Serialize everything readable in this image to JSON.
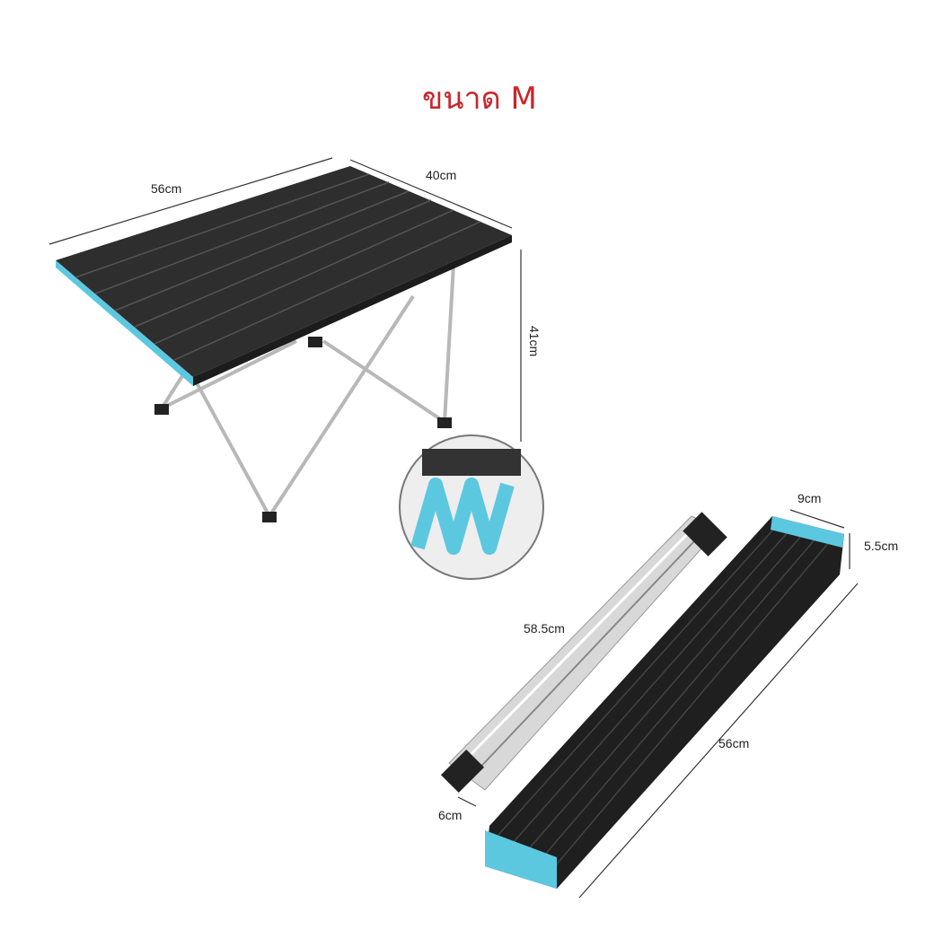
{
  "title": "ขนาด M",
  "colors": {
    "title": "#c8262b",
    "accent": "#5bc8e0",
    "tabletop": "#2b2b2b"
  },
  "unfolded": {
    "length": "56cm",
    "width": "40cm",
    "height": "41cm"
  },
  "folded": {
    "width": "9cm",
    "height": "5.5cm",
    "pole_length": "58.5cm",
    "length": "56cm",
    "pole_width": "6cm"
  }
}
